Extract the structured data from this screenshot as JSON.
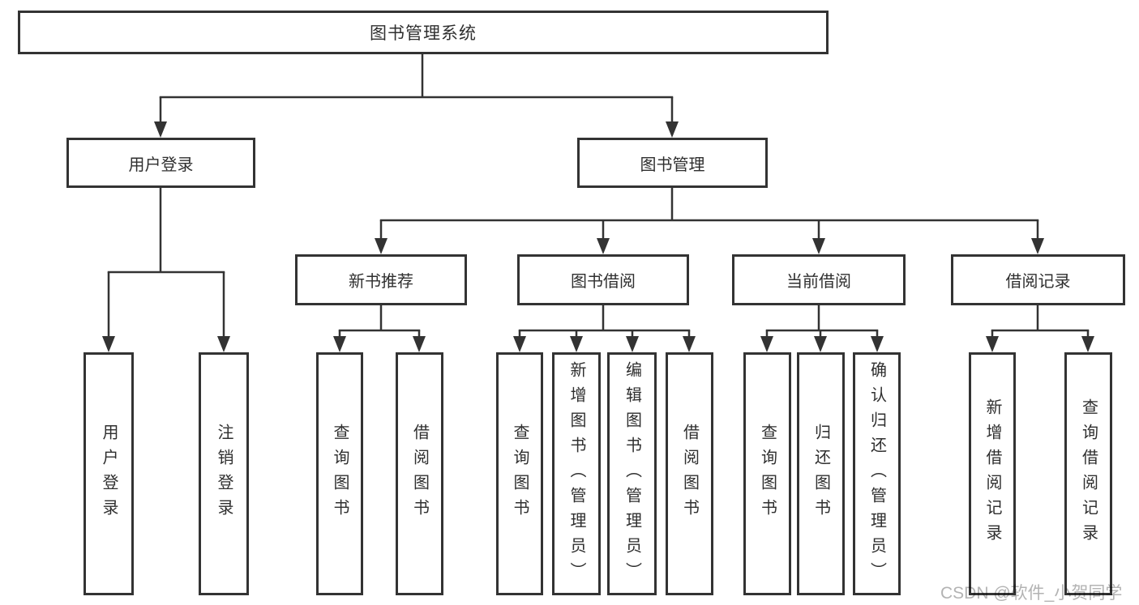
{
  "diagram": {
    "root": {
      "label": "图书管理系统"
    },
    "level2": [
      {
        "id": "user-login",
        "label": "用户登录"
      },
      {
        "id": "book-management",
        "label": "图书管理"
      }
    ],
    "level3": [
      {
        "id": "new-book-recommend",
        "label": "新书推荐"
      },
      {
        "id": "book-borrow",
        "label": "图书借阅"
      },
      {
        "id": "current-borrow",
        "label": "当前借阅"
      },
      {
        "id": "borrow-records",
        "label": "借阅记录"
      }
    ],
    "leaves": {
      "user_login": [
        {
          "label": "用户登录"
        },
        {
          "label": "注销登录"
        }
      ],
      "new_book_recommend": [
        {
          "label": "查询图书"
        },
        {
          "label": "借阅图书"
        }
      ],
      "book_borrow": [
        {
          "label": "查询图书"
        },
        {
          "label": "新增图书（管理员）"
        },
        {
          "label": "编辑图书（管理员）"
        },
        {
          "label": "借阅图书"
        }
      ],
      "current_borrow": [
        {
          "label": "查询图书"
        },
        {
          "label": "归还图书"
        },
        {
          "label": "确认归还（管理员）"
        }
      ],
      "borrow_records": [
        {
          "label": "新增借阅记录"
        },
        {
          "label": "查询借阅记录"
        }
      ]
    }
  },
  "watermark": {
    "text": "CSDN @软件_小贺同学"
  },
  "colors": {
    "line": "#333333",
    "box_border": "#333333",
    "text": "#2f2f2f",
    "background": "#ffffff",
    "watermark": "#b3b3b3"
  }
}
